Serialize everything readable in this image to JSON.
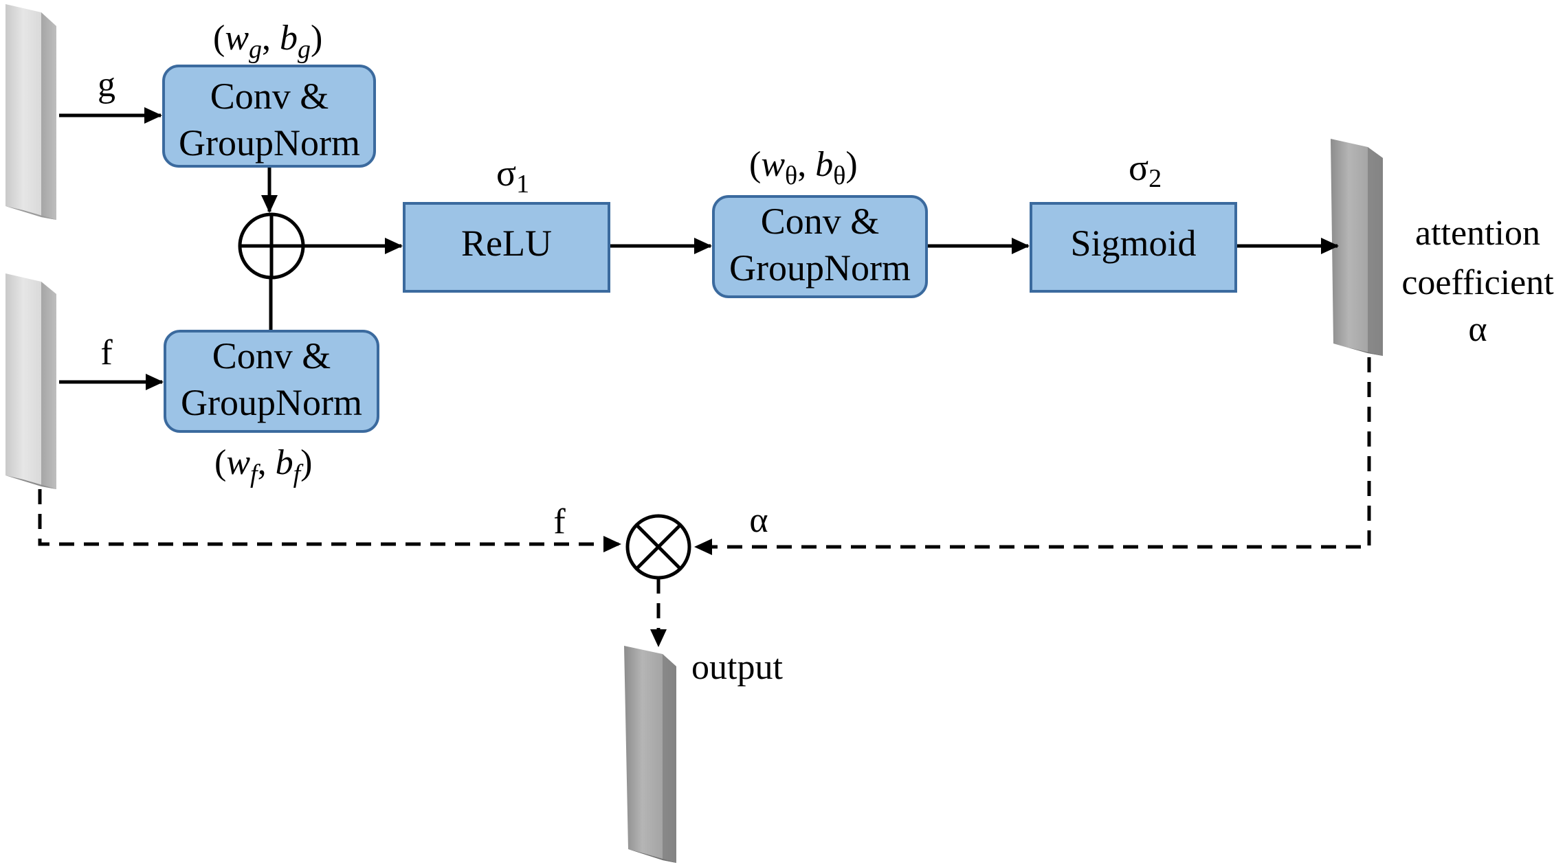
{
  "inputs": {
    "g_label": "g",
    "f_label": "f"
  },
  "params": {
    "g": {
      "open": "(",
      "w": "w",
      "sub_w": "g",
      "comma": ", ",
      "b": "b",
      "sub_b": "g",
      "close": ")"
    },
    "f": {
      "open": "(",
      "w": "w",
      "sub_w": "f",
      "comma": ", ",
      "b": "b",
      "sub_b": "f",
      "close": ")"
    },
    "theta": {
      "open": "(",
      "w": "w",
      "sub_w": "θ",
      "comma": ", ",
      "b": "b",
      "sub_b": "θ",
      "close": ")"
    }
  },
  "boxes": {
    "conv_g": {
      "line1": "Conv &",
      "line2": "GroupNorm"
    },
    "conv_f": {
      "line1": "Conv &",
      "line2": "GroupNorm"
    },
    "relu": {
      "label": "ReLU"
    },
    "conv_theta": {
      "line1": "Conv &",
      "line2": "GroupNorm"
    },
    "sigmoid": {
      "label": "Sigmoid"
    }
  },
  "activations": {
    "sigma1": {
      "base": "σ",
      "sub": "1"
    },
    "sigma2": {
      "base": "σ",
      "sub": "2"
    }
  },
  "attention": {
    "line1": "attention",
    "line2": "coefficient",
    "line3": "α"
  },
  "multiply": {
    "f_label": "f",
    "alpha_label": "α"
  },
  "output_label": "output",
  "colors": {
    "box_fill": "#9cc3e6",
    "box_stroke": "#3b6a9e",
    "line": "#000000",
    "feature_light": "#d9d9d9",
    "feature_dark": "#a6a6a6"
  }
}
